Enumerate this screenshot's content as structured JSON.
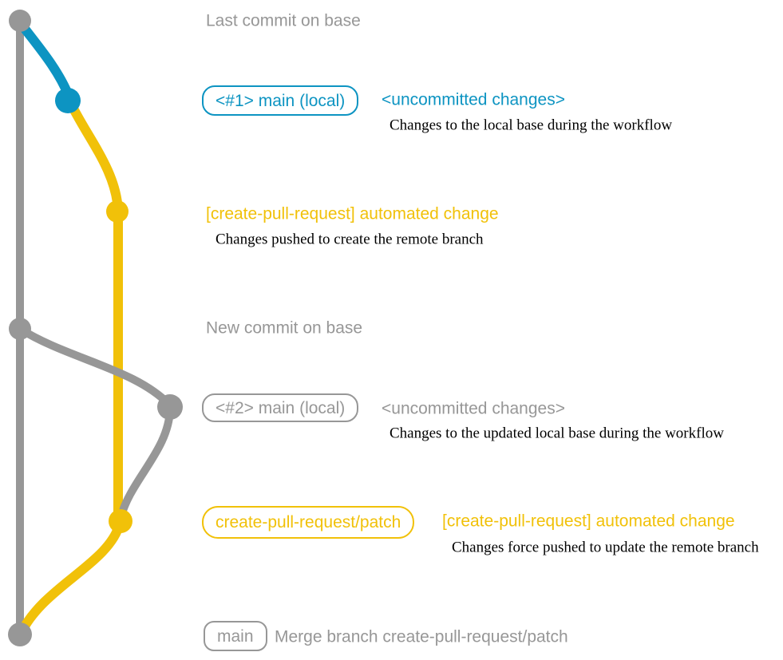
{
  "colors": {
    "gray": "#979797",
    "blue": "#0d94c2",
    "yellow": "#f1c109",
    "description_text": "#000000",
    "background": "#ffffff"
  },
  "graph": {
    "type": "git-graph",
    "branches": [
      {
        "name": "base",
        "color": "gray"
      },
      {
        "name": "main (local)",
        "color": "blue then gray"
      },
      {
        "name": "create-pull-request/patch",
        "color": "yellow"
      }
    ],
    "commits": [
      {
        "name": "last-commit-on-base",
        "color": "gray"
      },
      {
        "name": "uncommitted-changes-1",
        "color": "blue"
      },
      {
        "name": "automated-change-1",
        "color": "yellow"
      },
      {
        "name": "new-commit-on-base",
        "color": "gray"
      },
      {
        "name": "uncommitted-changes-2",
        "color": "gray"
      },
      {
        "name": "automated-change-2",
        "color": "yellow"
      },
      {
        "name": "merge-commit",
        "color": "gray"
      }
    ]
  },
  "annotations": {
    "last_commit_caption": "Last commit on base",
    "badge_main_local_1": "<#1> main (local)",
    "uncommitted_changes_1": "<uncommitted changes>",
    "desc_local_base": "Changes to the local base during the workflow",
    "automated_change_1": "[create-pull-request] automated change",
    "desc_push_create": "Changes pushed to create the remote branch",
    "new_commit_caption": "New commit on base",
    "badge_main_local_2": "<#2> main (local)",
    "uncommitted_changes_2": "<uncommitted changes>",
    "desc_updated_local_base": "Changes to the updated local base during the workflow",
    "badge_patch_branch": "create-pull-request/patch",
    "automated_change_2": "[create-pull-request] automated change",
    "desc_force_push": "Changes force pushed to update the remote branch",
    "badge_main": "main",
    "merge_message": "Merge branch create-pull-request/patch"
  }
}
